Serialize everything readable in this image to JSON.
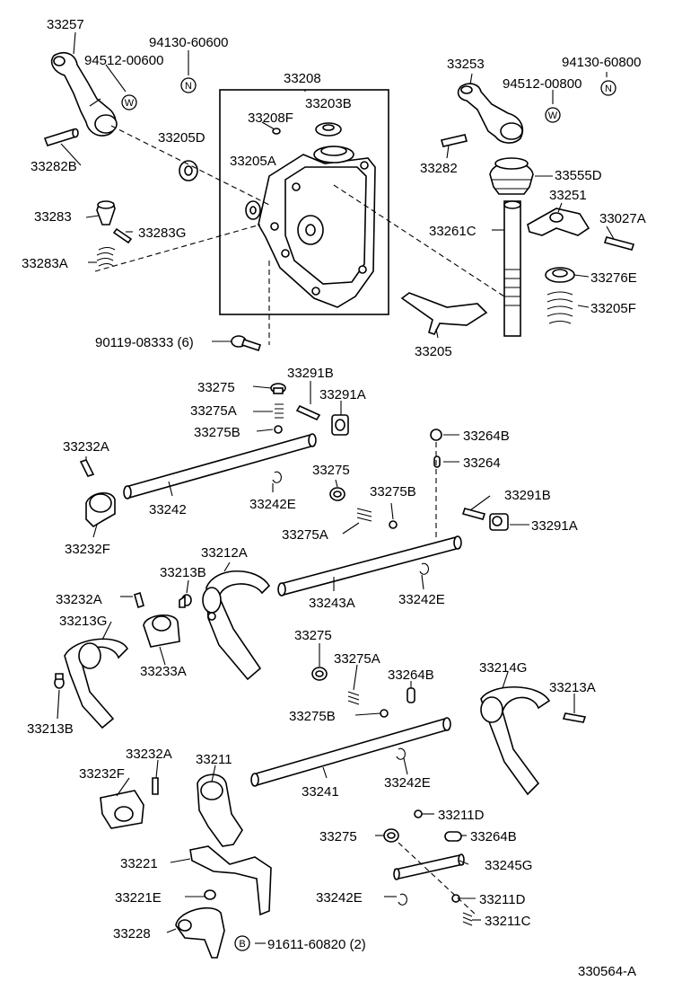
{
  "diagram_id": "330564-A",
  "labels": {
    "p33257": "33257",
    "p94130_60600": "94130-60600",
    "p94512_00600": "94512-00600",
    "p33208": "33208",
    "p33203B": "33203B",
    "p33208F": "33208F",
    "p33253": "33253",
    "p94130_60800": "94130-60800",
    "p94512_00800": "94512-00800",
    "p33205D": "33205D",
    "p33205A": "33205A",
    "p33282B": "33282B",
    "p33282": "33282",
    "p33555D": "33555D",
    "p33251": "33251",
    "p33283": "33283",
    "p33283G": "33283G",
    "p33261C": "33261C",
    "p33027A": "33027A",
    "p33283A": "33283A",
    "p33276E": "33276E",
    "p33205F": "33205F",
    "p90119": "90119-08333 (6)",
    "p33205": "33205",
    "p33291B_a": "33291B",
    "p33275_a": "33275",
    "p33291A_a": "33291A",
    "p33275A_a": "33275A",
    "p33275B_a": "33275B",
    "p33264B_a": "33264B",
    "p33232A_a": "33232A",
    "p33264": "33264",
    "p33275_b": "33275",
    "p33242_lbl": "33242",
    "p33242E_a": "33242E",
    "p33291B_b": "33291B",
    "p33275B_b": "33275B",
    "p33275A_b": "33275A",
    "p33291A_b": "33291A",
    "p33232F_a": "33232F",
    "p33212A": "33212A",
    "p33213B_a": "33213B",
    "p33232A_b": "33232A",
    "p33243A": "33243A",
    "p33242E_b": "33242E",
    "p33213G": "33213G",
    "p33275_c": "33275",
    "p33233A": "33233A",
    "p33275A_c": "33275A",
    "p33264B_b": "33264B",
    "p33214G": "33214G",
    "p33213A": "33213A",
    "p33213B_b": "33213B",
    "p33275B_c": "33275B",
    "p33232A_c": "33232A",
    "p33211": "33211",
    "p33232F_b": "33232F",
    "p33241": "33241",
    "p33242E_c": "33242E",
    "p33211D_a": "33211D",
    "p33275_d": "33275",
    "p33264B_c": "33264B",
    "p33221": "33221",
    "p33245G": "33245G",
    "p33221E": "33221E",
    "p33242E_d": "33242E",
    "p33211D_b": "33211D",
    "p33211C": "33211C",
    "p33228": "33228",
    "p91611": "91611-60820 (2)"
  },
  "symbols": {
    "w_a": "W",
    "n_a": "N",
    "w_b": "W",
    "n_b": "N",
    "b": "B"
  }
}
